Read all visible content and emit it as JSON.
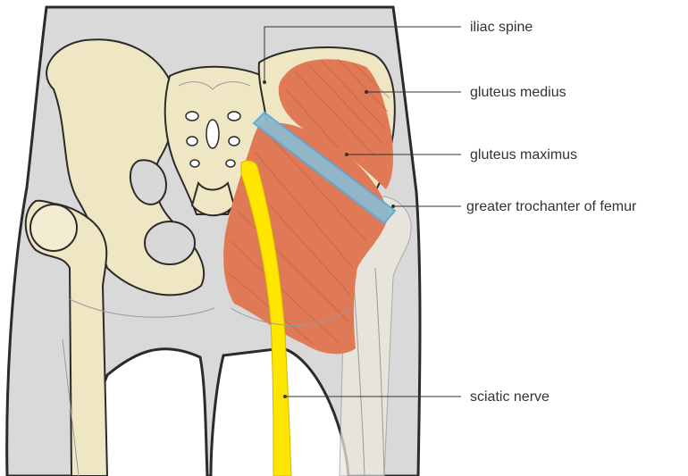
{
  "labels": {
    "iliac_spine": "iliac spine",
    "gluteus_medius": "gluteus medius",
    "gluteus_maximus": "gluteus maximus",
    "greater_trochanter": "greater trochanter of femur",
    "sciatic_nerve": "sciatic nerve"
  },
  "colors": {
    "muscle": "#e07a56",
    "tendon_band": "#8fb9cf",
    "nerve": "#ffe600",
    "bone": "#efe6c4",
    "skin": "#d9d9d9"
  }
}
